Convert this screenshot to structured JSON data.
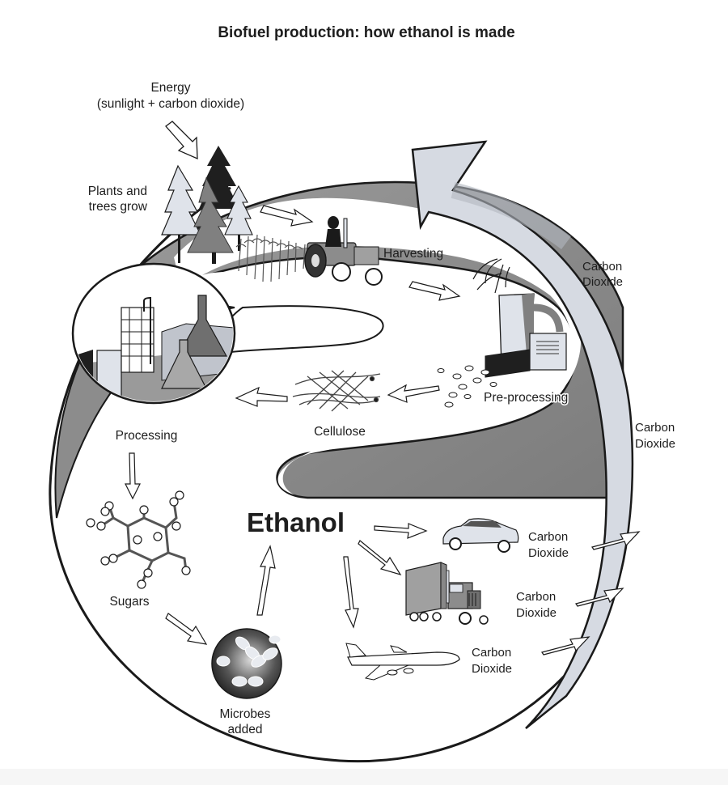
{
  "title": "Biofuel production: how ethanol is made",
  "colors": {
    "outline": "#1a1a1a",
    "dark_band": "#8a8a8a",
    "dark_band_shade": "#6f6f6f",
    "co2_band": "#d6dae2",
    "background": "#ffffff"
  },
  "labels": {
    "energy_line1": "Energy",
    "energy_line2": "(sunlight + carbon dioxide)",
    "plants_line1": "Plants and",
    "plants_line2": "trees grow",
    "harvesting": "Harvesting",
    "preprocessing": "Pre-processing",
    "cellulose": "Cellulose",
    "processing": "Processing",
    "sugars": "Sugars",
    "microbes_line1": "Microbes",
    "microbes_line2": "added",
    "ethanol": "Ethanol"
  },
  "co2_labels": [
    {
      "id": "cycle-top",
      "line1": "Carbon",
      "line2": "Dioxide"
    },
    {
      "id": "cycle-mid",
      "line1": "Carbon",
      "line2": "Dioxide"
    },
    {
      "id": "car",
      "line1": "Carbon",
      "line2": "Dioxide"
    },
    {
      "id": "truck",
      "line1": "Carbon",
      "line2": "Dioxide"
    },
    {
      "id": "plane",
      "line1": "Carbon",
      "line2": "Dioxide"
    }
  ],
  "icons": {
    "trees": "trees-icon",
    "tractor": "tractor-icon",
    "crops": "crops-icon",
    "preprocessor": "grinder-machine-icon",
    "cellulose": "cellulose-fibers-icon",
    "refinery": "refinery-lab-icon",
    "sugar_molecule": "sugar-molecule-icon",
    "microbes": "microbes-icon",
    "car": "car-icon",
    "truck": "truck-icon",
    "plane": "airplane-icon"
  }
}
